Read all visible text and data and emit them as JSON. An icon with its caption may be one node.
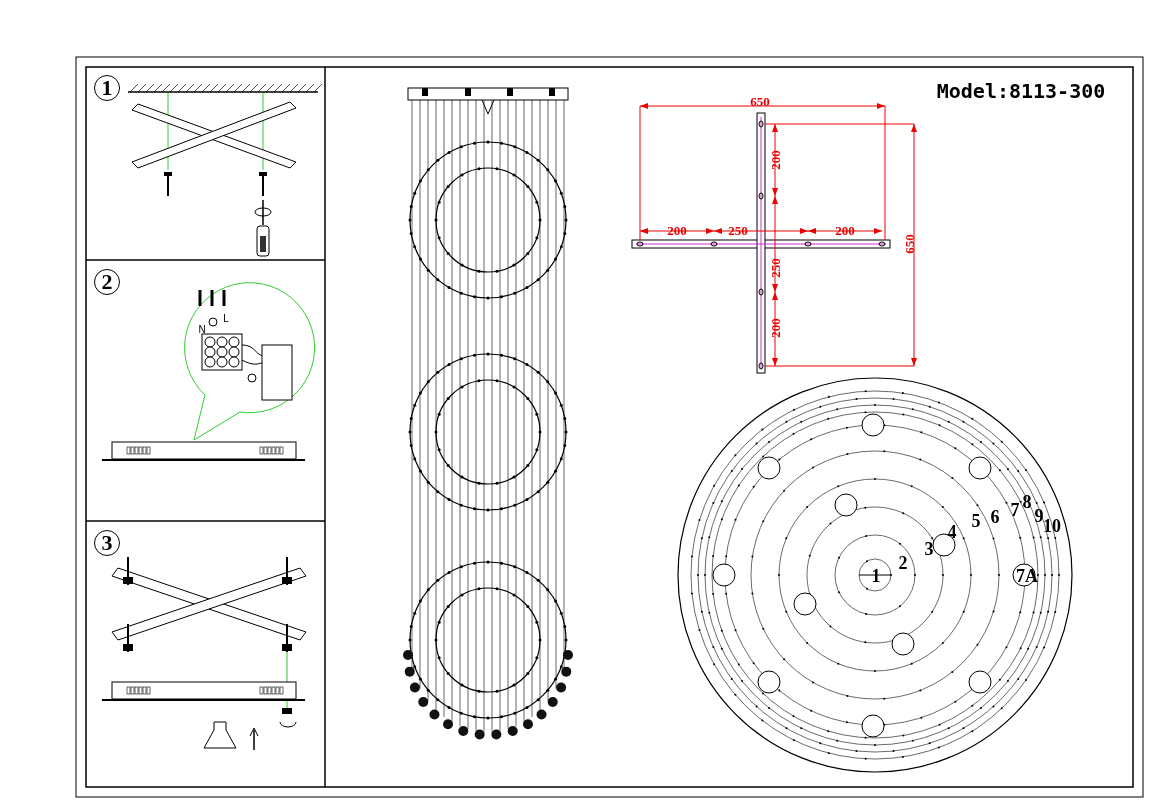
{
  "diagram": {
    "labels": [
      "1",
      "2",
      "N",
      "L",
      "3",
      "Model:8113-300",
      "650",
      "200",
      "200",
      "250",
      "200",
      "650",
      "250",
      "200",
      "1",
      "2",
      "3",
      "4",
      "5",
      "6",
      "7",
      "8",
      "9",
      "10",
      "7A"
    ]
  }
}
